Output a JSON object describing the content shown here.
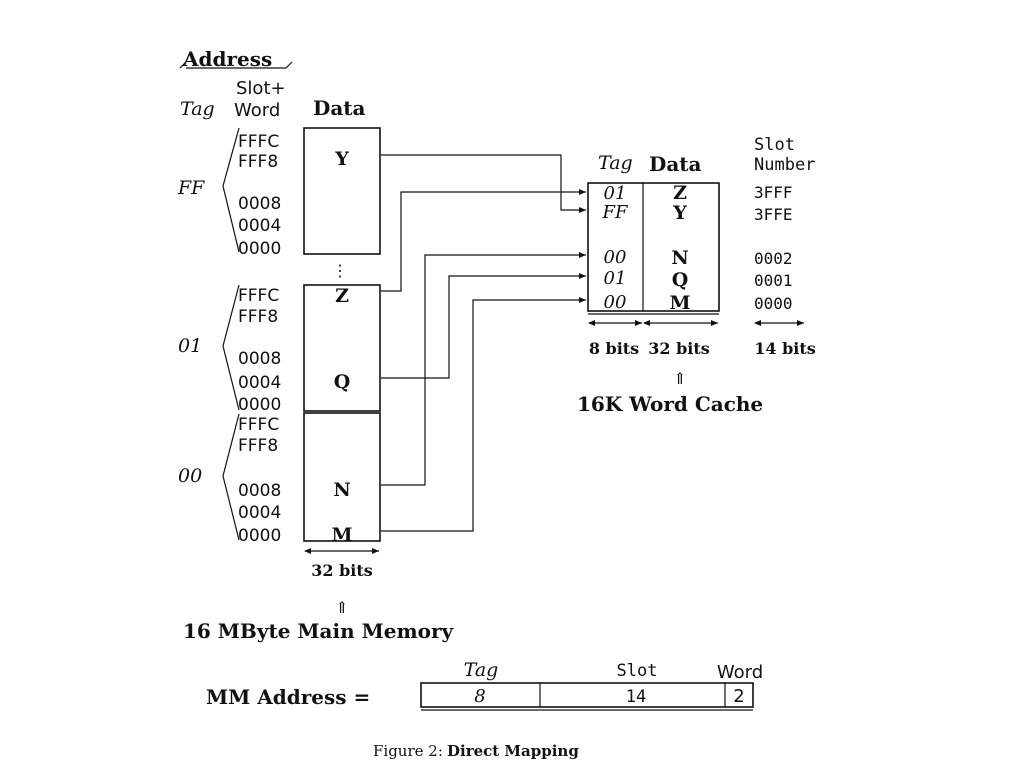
{
  "main_memory": {
    "heading_address": "Address",
    "heading_slot": "Slot+",
    "heading_word": "Word",
    "heading_tag": "Tag",
    "heading_data": "Data",
    "dots": "⋮",
    "blocks": [
      {
        "tag": "FF",
        "addresses": [
          "FFFC",
          "FFF8",
          "0008",
          "0004",
          "0000"
        ],
        "data": [
          "Y"
        ]
      },
      {
        "tag": "01",
        "addresses": [
          "FFFC",
          "FFF8",
          "0008",
          "0004",
          "0000"
        ],
        "data": [
          "Z",
          "Q"
        ]
      },
      {
        "tag": "00",
        "addresses": [
          "FFFC",
          "FFF8",
          "0008",
          "0004",
          "0000"
        ],
        "data": [
          "N",
          "M"
        ]
      }
    ],
    "width_label": "32 bits",
    "arrow_up": "⇑",
    "caption": "16 MByte Main Memory"
  },
  "cache": {
    "heading_tag": "Tag",
    "heading_data": "Data",
    "heading_slot": "Slot",
    "heading_number": "Number",
    "rows": [
      {
        "tag": "01",
        "data": "Z",
        "slot": "3FFF"
      },
      {
        "tag": "FF",
        "data": "Y",
        "slot": "3FFE"
      },
      {
        "tag": "00",
        "data": "N",
        "slot": "0002"
      },
      {
        "tag": "01",
        "data": "Q",
        "slot": "0001"
      },
      {
        "tag": "00",
        "data": "M",
        "slot": "0000"
      }
    ],
    "tag_width": "8 bits",
    "data_width": "32 bits",
    "slot_width": "14 bits",
    "arrow_up": "⇑",
    "caption": "16K Word Cache"
  },
  "address_format": {
    "label": "MM Address =",
    "fields": [
      {
        "name": "Tag",
        "bits": "8"
      },
      {
        "name": "Slot",
        "bits": "14"
      },
      {
        "name": "Word",
        "bits": "2"
      }
    ]
  },
  "figure": {
    "number": "Figure 2:",
    "title": "Direct Mapping"
  }
}
